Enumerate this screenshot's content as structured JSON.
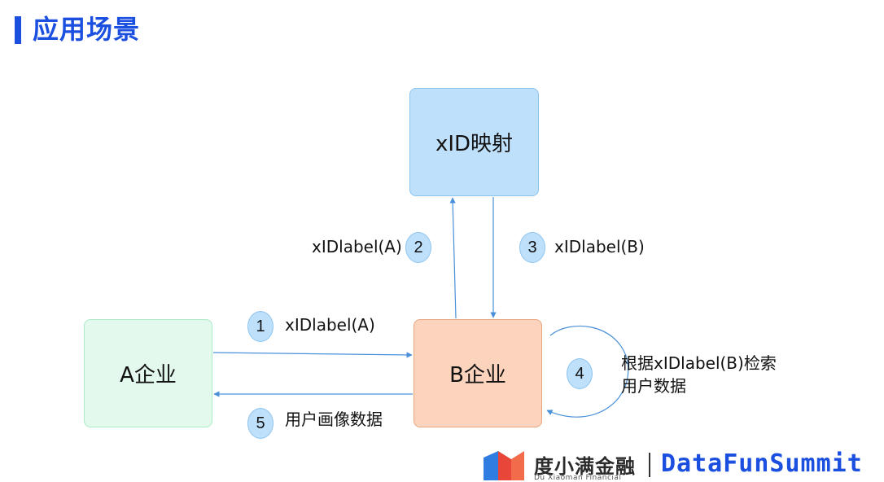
{
  "header": {
    "title": "应用场景"
  },
  "nodes": {
    "xid_mapping": "xID映射",
    "enterprise_a": "A企业",
    "enterprise_b": "B企业"
  },
  "steps": [
    {
      "number": "1",
      "label": "xIDlabel(A)"
    },
    {
      "number": "2",
      "label": "xIDlabel(A)"
    },
    {
      "number": "3",
      "label": "xIDlabel(B)"
    },
    {
      "number": "4",
      "label_line1": "根据xIDlabel(B)检索",
      "label_line2": "用户数据"
    },
    {
      "number": "5",
      "label": "用户画像数据"
    }
  ],
  "footer": {
    "brand_cn": "度小满金融",
    "brand_en": "Du Xiaoman Financial",
    "event": "DataFunSummit"
  },
  "colors": {
    "accent": "#1a4fe0",
    "connector": "#4a90d9",
    "xid_box": "#bfe0fb",
    "a_box": "#e4f9ee",
    "b_box": "#fcd3bc"
  }
}
